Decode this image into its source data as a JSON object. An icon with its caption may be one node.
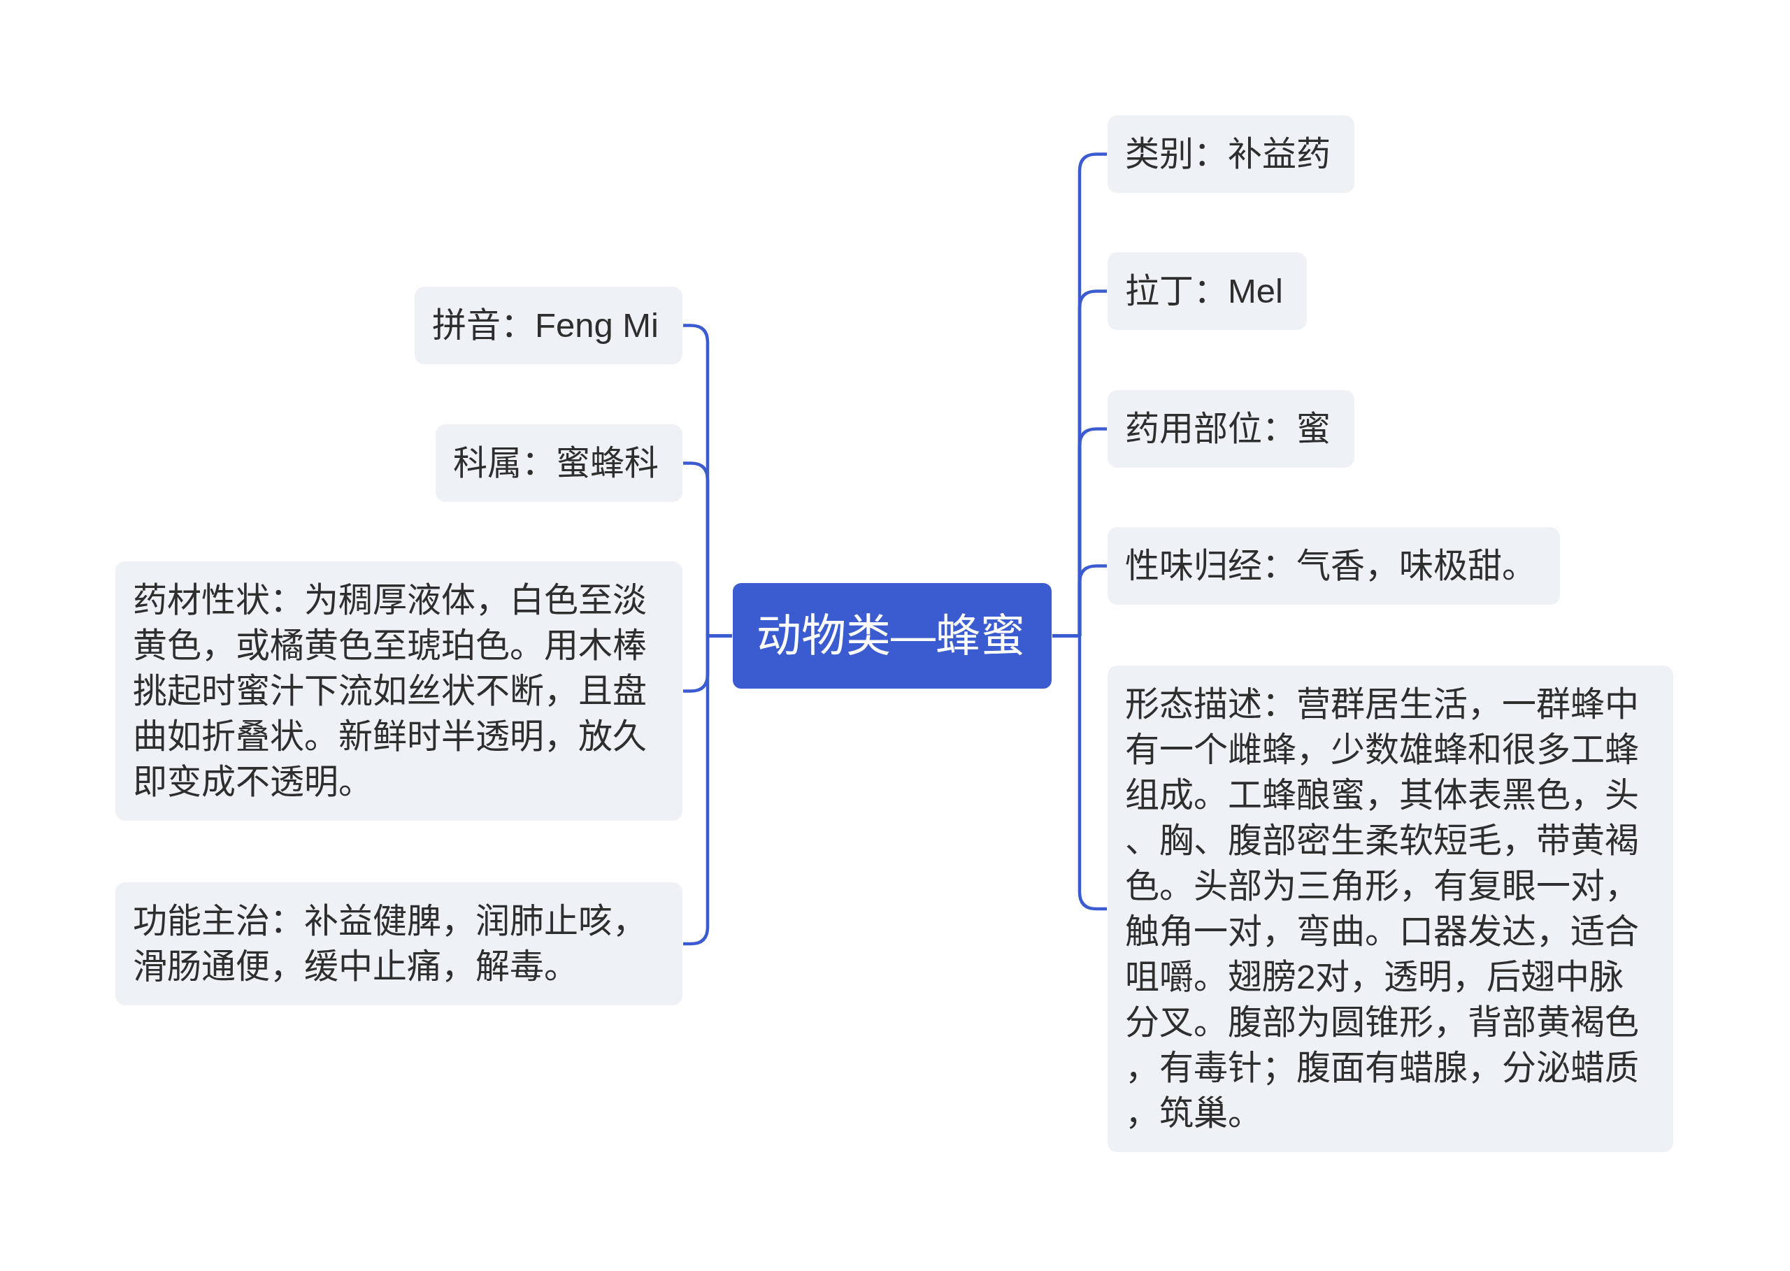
{
  "diagram": {
    "nodes": [
      {
        "text": [
          "动物类—蜂蜜"
        ]
      },
      {
        "text": [
          "类别：补益药"
        ]
      },
      {
        "text": [
          "拉丁：Mel"
        ]
      },
      {
        "text": [
          "药用部位：蜜"
        ]
      },
      {
        "text": [
          "性味归经：气香，味极甜。"
        ]
      },
      {
        "text": [
          "形态描述：营群居生活，一群蜂中有一个雌蜂，少数雄蜂和很多工蜂组成。工蜂酿蜜，其体表黑色，头、胸、腹部密生柔软短毛，带黄褐色。头部为三角形，有复眼一对，触角一对，弯曲。口器发达，适合咀嚼。翅膀2对，透明，后翅中脉分叉。腹部为圆锥形，背部黄褐色，有毒针；腹面有蜡腺，分泌蜡质，筑巢。"
        ]
      },
      {
        "text": [
          "拼音：Feng Mi"
        ]
      },
      {
        "text": [
          "科属：蜜蜂科"
        ]
      },
      {
        "text": [
          "药材性状：为稠厚液体，白色至淡黄色，或橘黄色至琥珀色。用木棒挑起时蜜汁下流如丝状不断，且盘曲如折叠状。新鲜时半透明，放久即变成不透明。"
        ]
      },
      {
        "text": [
          "功能主治：补益健脾，润肺止咳，滑肠通便，缓中止痛，解毒。"
        ]
      }
    ],
    "edges": [
      {
        "from": 0,
        "to": 1,
        "arrow": "none"
      },
      {
        "from": 0,
        "to": 2,
        "arrow": "none"
      },
      {
        "from": 0,
        "to": 3,
        "arrow": "none"
      },
      {
        "from": 0,
        "to": 4,
        "arrow": "none"
      },
      {
        "from": 0,
        "to": 5,
        "arrow": "none"
      },
      {
        "from": 0,
        "to": 6,
        "arrow": "none"
      },
      {
        "from": 0,
        "to": 7,
        "arrow": "none"
      },
      {
        "from": 0,
        "to": 8,
        "arrow": "none"
      },
      {
        "from": 0,
        "to": 9,
        "arrow": "none"
      }
    ]
  }
}
